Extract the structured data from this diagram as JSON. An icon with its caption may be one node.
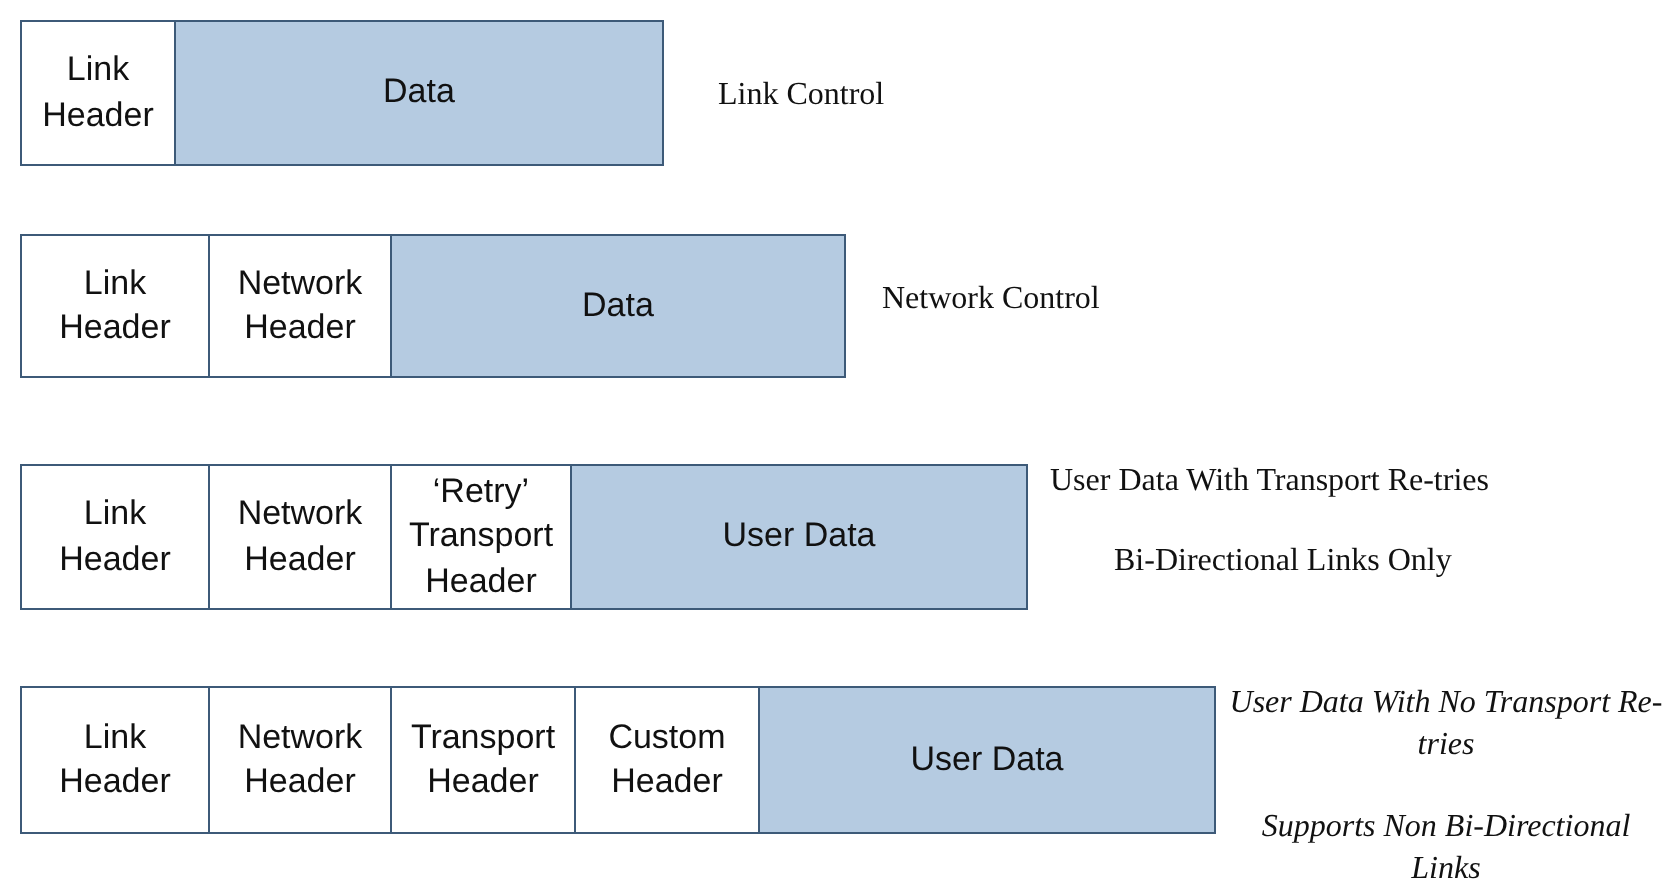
{
  "diagram": {
    "nodes": [
      {
        "text": [
          "Link Header"
        ]
      },
      {
        "text": [
          "Data"
        ]
      },
      {
        "text": [
          "Link Header"
        ]
      },
      {
        "text": [
          "Network Header"
        ]
      },
      {
        "text": [
          "Data"
        ]
      },
      {
        "text": [
          "Link Header"
        ]
      },
      {
        "text": [
          "Network Header"
        ]
      },
      {
        "text": [
          "‘Retry’ Transport Header"
        ]
      },
      {
        "text": [
          "User Data"
        ]
      },
      {
        "text": [
          "Link Header"
        ]
      },
      {
        "text": [
          "Network Header"
        ]
      },
      {
        "text": [
          "Transport Header"
        ]
      },
      {
        "text": [
          "Custom Header"
        ]
      },
      {
        "text": [
          "User Data"
        ]
      }
    ],
    "labels": [
      "Link Control",
      "Network Control",
      "User Data With Transport Re-tries",
      "Bi-Directional Links Only",
      "User Data With No Transport Re-tries",
      "Supports Non Bi-Directional Links"
    ]
  }
}
